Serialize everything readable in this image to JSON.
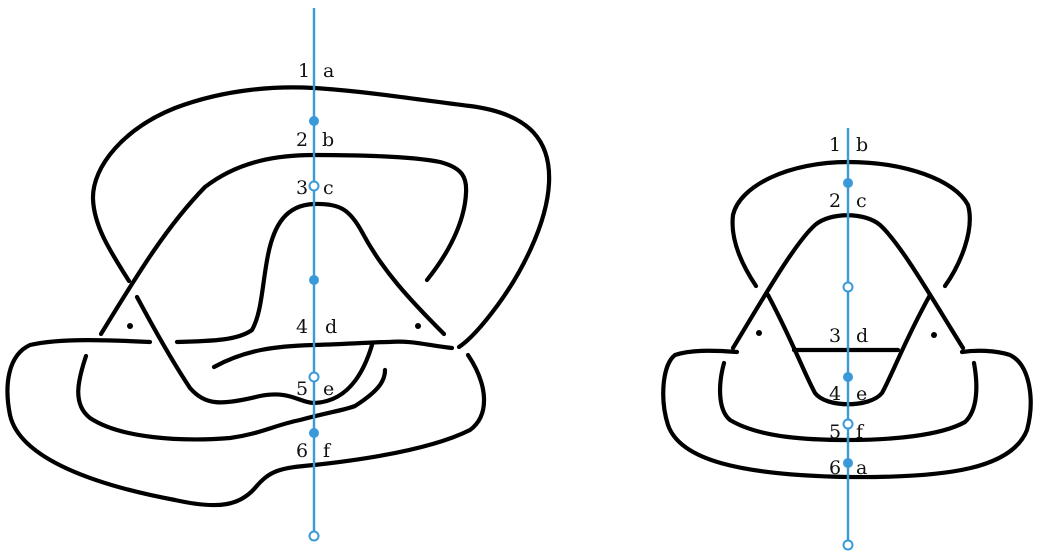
{
  "colors": {
    "strand": "#000000",
    "axis": "#3a9ad9",
    "background": "#ffffff"
  },
  "diagrams": [
    {
      "id": "left",
      "crossings": [
        {
          "num": "1",
          "letter": "a"
        },
        {
          "num": "2",
          "letter": "b"
        },
        {
          "num": "3",
          "letter": "c"
        },
        {
          "num": "4",
          "letter": "d"
        },
        {
          "num": "5",
          "letter": "e"
        },
        {
          "num": "6",
          "letter": "f"
        }
      ]
    },
    {
      "id": "right",
      "crossings": [
        {
          "num": "1",
          "letter": "b"
        },
        {
          "num": "2",
          "letter": "c"
        },
        {
          "num": "3",
          "letter": "d"
        },
        {
          "num": "4",
          "letter": "e"
        },
        {
          "num": "5",
          "letter": "f"
        },
        {
          "num": "6",
          "letter": "a"
        }
      ]
    }
  ]
}
